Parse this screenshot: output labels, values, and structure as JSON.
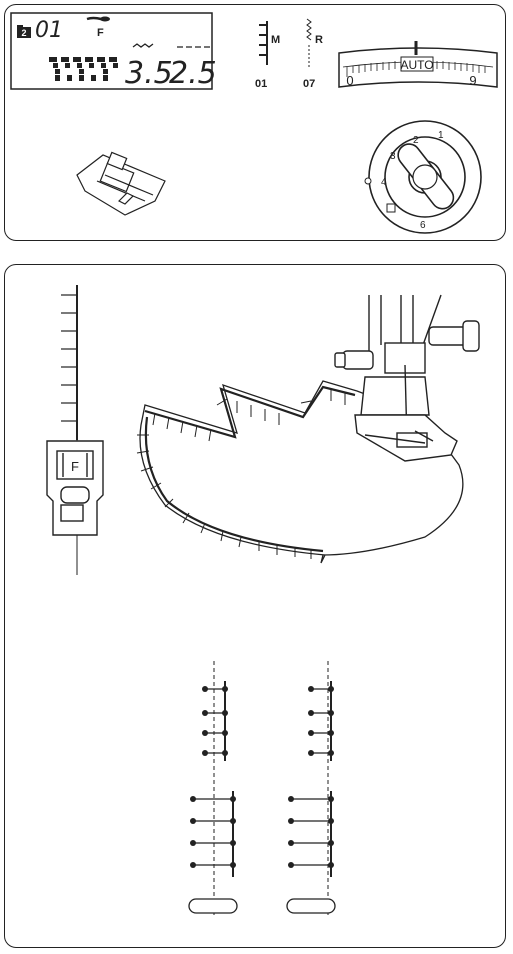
{
  "lcd": {
    "memory_number": "2",
    "pattern_number": "01",
    "foot_letter": "F",
    "stitch_width": "3.5",
    "stitch_length": "2.5"
  },
  "stitch_icons": {
    "mode_letter": "M",
    "mode_number": "01",
    "reverse_letter": "R",
    "reverse_number": "07"
  },
  "tension_dial": {
    "auto_label": "AUTO",
    "min_label": "0",
    "max_label": "9"
  },
  "pressure_dial": {
    "labels": [
      "1",
      "2",
      "3",
      "4",
      "6"
    ]
  },
  "presser_foot": {
    "letter": "F"
  }
}
